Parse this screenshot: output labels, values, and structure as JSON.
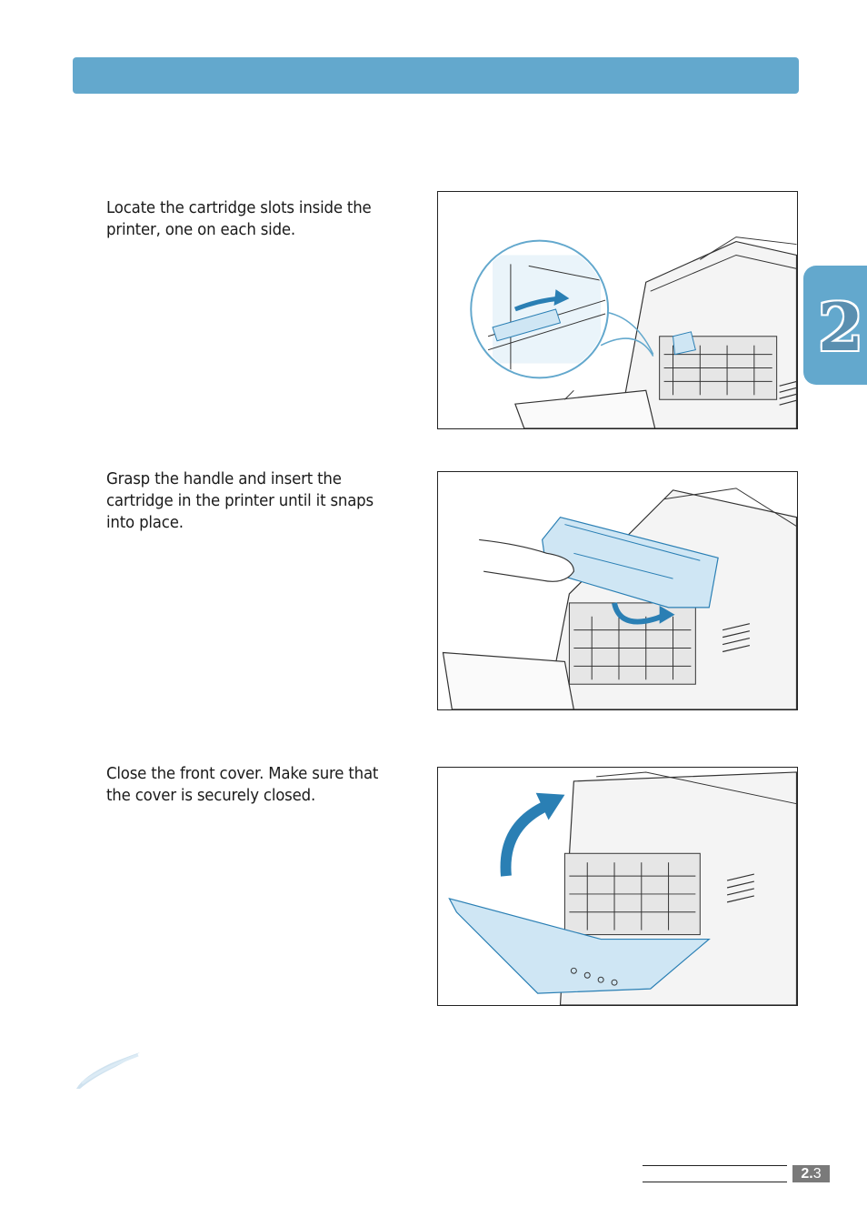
{
  "chapter": {
    "number": "2"
  },
  "steps": [
    {
      "text": "Locate the cartridge slots inside the printer, one on each side."
    },
    {
      "text": "Grasp the handle and insert the cartridge in the printer until it snaps into place."
    },
    {
      "text": "Close the front cover. Make sure that the cover is securely closed."
    }
  ],
  "footer": {
    "chapter_part": "2.",
    "page_part": "3"
  },
  "colors": {
    "accent_blue": "#63a8cd",
    "illustration_blue": "#2a7fb4",
    "highlight_blue": "#cfe6f4",
    "page_badge_gray": "#7a7a7a"
  }
}
